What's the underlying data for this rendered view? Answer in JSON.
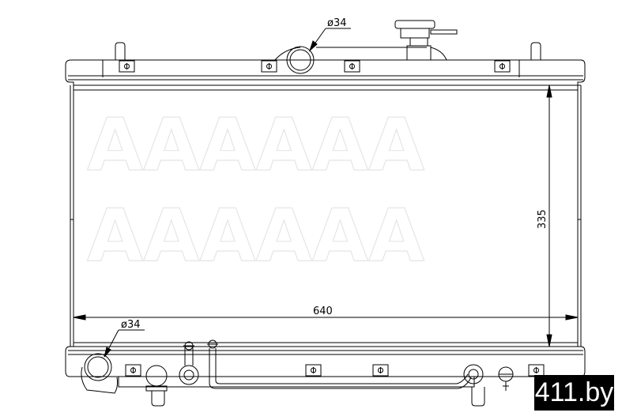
{
  "drawing": {
    "top_inlet_label": "ø34",
    "bottom_outlet_label": "ø34",
    "width_dimension": "640",
    "height_dimension": "335"
  },
  "watermark": {
    "site": "411.by"
  },
  "colors": {
    "line": "#000000",
    "background": "#ffffff",
    "badge_bg": "#000000",
    "badge_text": "#ffffff",
    "watermark_stroke": "#e6e6e6"
  }
}
